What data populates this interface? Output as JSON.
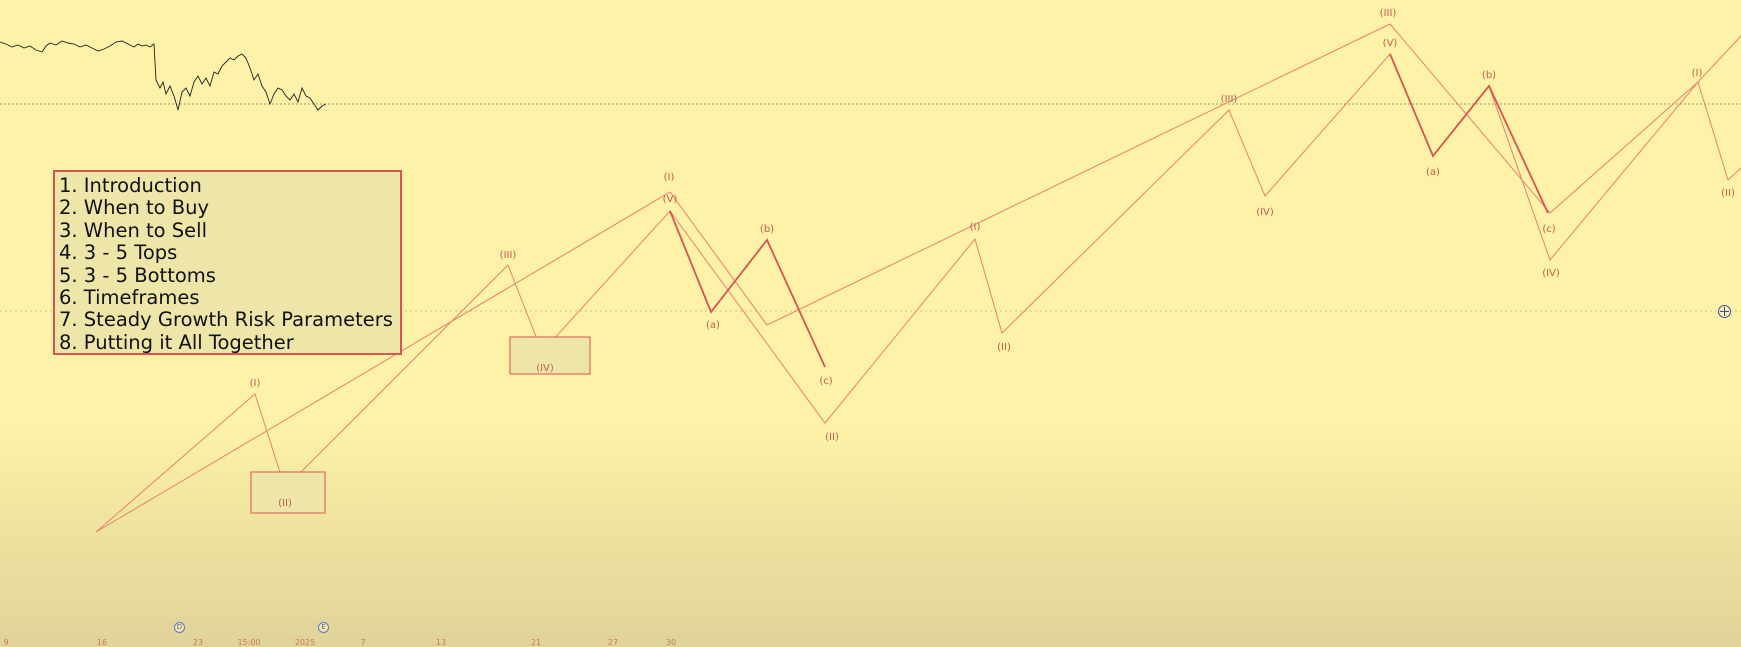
{
  "toc": {
    "items": [
      "1. Introduction",
      "2. When to Buy",
      "3. When to Sell",
      "4. 3 - 5 Tops",
      "5. 3 - 5 Bottoms",
      "6. Timeframes",
      "7. Steady Growth Risk Parameters",
      "8. Putting it All Together"
    ]
  },
  "wave_labels": [
    {
      "text": "(I)",
      "color": "#c75a4f"
    },
    {
      "text": "(II)",
      "color": "#c75a4f"
    },
    {
      "text": "(III)",
      "color": "#c75a4f"
    },
    {
      "text": "(IV)",
      "color": "#c75a4f"
    },
    {
      "text": "(I)",
      "color": "#c75a4f"
    },
    {
      "text": "(V)",
      "color": "#c75a4f"
    },
    {
      "text": "(a)",
      "color": "#c75a4f"
    },
    {
      "text": "(b)",
      "color": "#c75a4f"
    },
    {
      "text": "(c)",
      "color": "#c75a4f"
    },
    {
      "text": "(II)",
      "color": "#c75a4f"
    },
    {
      "text": "(I)",
      "color": "#c75a4f"
    },
    {
      "text": "(II)",
      "color": "#c75a4f"
    },
    {
      "text": "(III)",
      "color": "#c75a4f"
    },
    {
      "text": "(IV)",
      "color": "#c75a4f"
    },
    {
      "text": "(III)",
      "color": "#c75a4f"
    },
    {
      "text": "(V)",
      "color": "#c75a4f"
    },
    {
      "text": "(a)",
      "color": "#c75a4f"
    },
    {
      "text": "(b)",
      "color": "#c75a4f"
    },
    {
      "text": "(c)",
      "color": "#c75a4f"
    },
    {
      "text": "(IV)",
      "color": "#c75a4f"
    },
    {
      "text": "(I)",
      "color": "#c75a4f"
    },
    {
      "text": "(II)",
      "color": "#c75a4f"
    }
  ],
  "axis": {
    "x_ticks": [
      "9",
      "16",
      "23",
      "15:00",
      "2025",
      "7",
      "13",
      "21",
      "27",
      "30"
    ]
  },
  "markers": [
    {
      "icon": "dividend-marker-icon",
      "glyph": "D"
    },
    {
      "icon": "earnings-marker-icon",
      "glyph": "E"
    }
  ],
  "colors": {
    "background": "#fdf2a8",
    "wave_line": "#e8806f",
    "wave_line_bold": "#d9534f",
    "box_border": "#d9534f",
    "price_line": "#222222",
    "crosshair": "#3b4bb3"
  },
  "icons": {
    "crosshair": "crosshair-icon"
  }
}
